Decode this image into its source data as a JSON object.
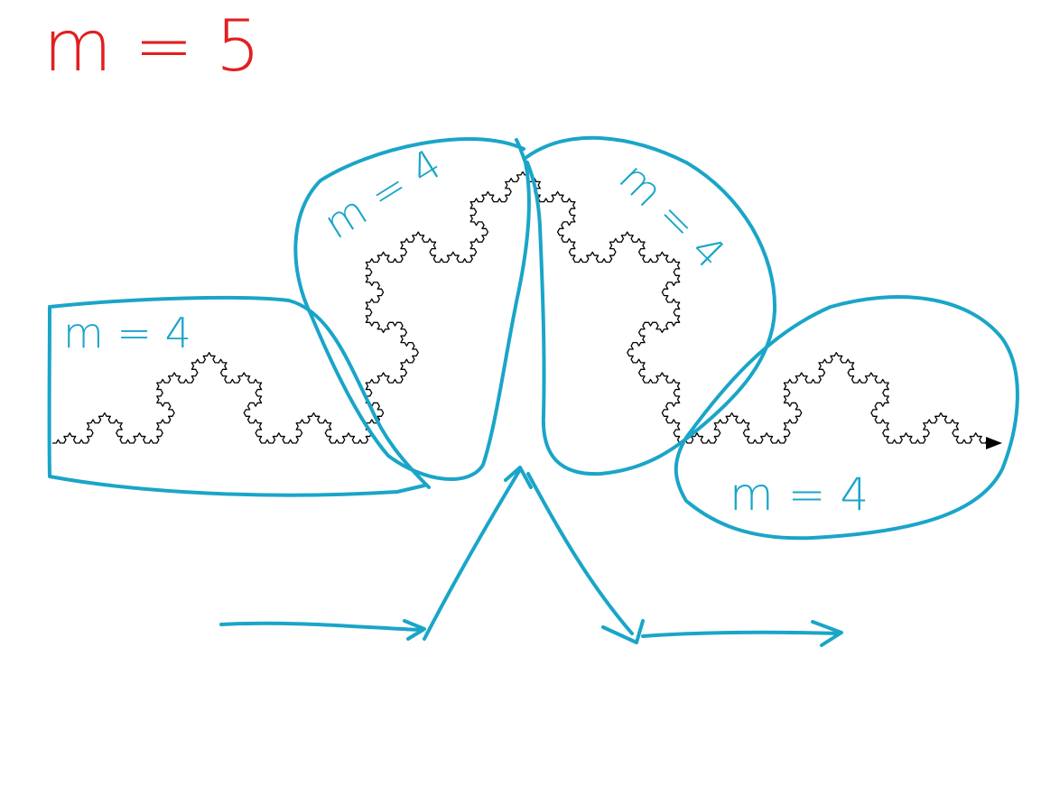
{
  "title": {
    "text": "m = 5",
    "color": "#e02020"
  },
  "colors": {
    "annotation": "#1aa5c8",
    "fractal": "#000000"
  },
  "parts": [
    {
      "label": "m = 4"
    },
    {
      "label": "m = 4"
    },
    {
      "label": "m = 4"
    },
    {
      "label": "m = 4"
    }
  ],
  "diagram": {
    "whole_curve_order": 5,
    "part_curve_order": 4,
    "part_count": 4,
    "segment_turns_deg": [
      0,
      60,
      -60,
      0
    ]
  }
}
